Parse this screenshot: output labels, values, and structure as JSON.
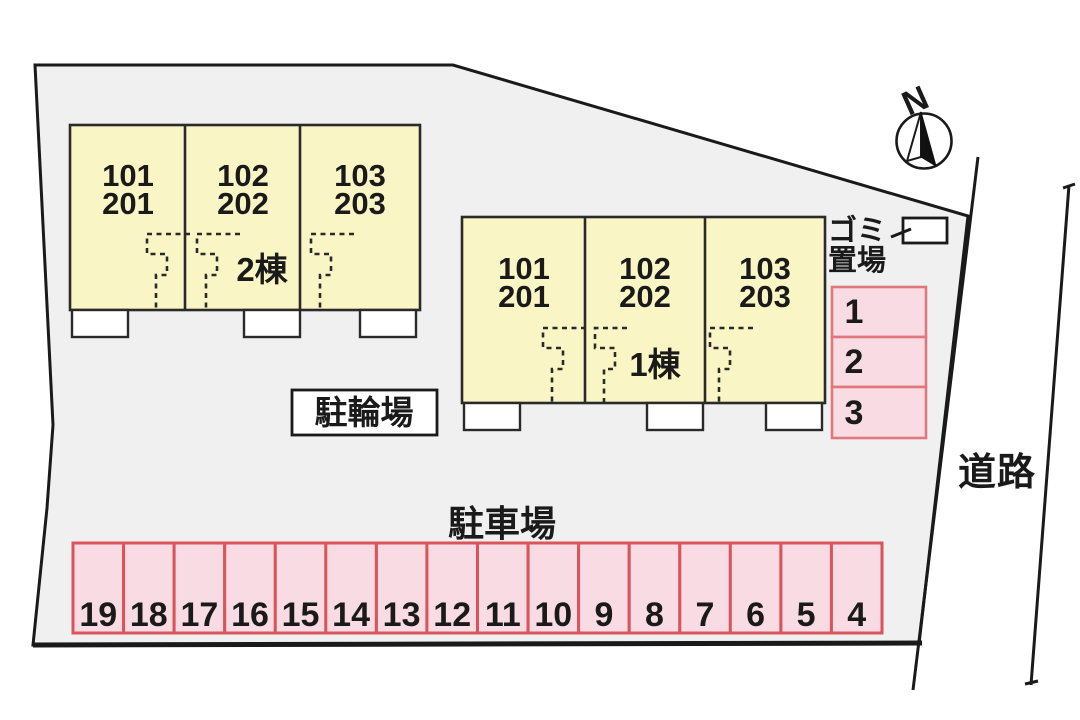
{
  "plan": {
    "compass_label": "N",
    "road_label": "道路",
    "garbage": {
      "line1": "ゴミ",
      "line2": "置場"
    },
    "bike_parking_label": "駐輪場",
    "parking_lot_label": "駐車場",
    "buildings": [
      {
        "name": "2棟",
        "units": [
          [
            "101",
            "201"
          ],
          [
            "102",
            "202"
          ],
          [
            "103",
            "203"
          ]
        ]
      },
      {
        "name": "1棟",
        "units": [
          [
            "101",
            "201"
          ],
          [
            "102",
            "202"
          ],
          [
            "103",
            "203"
          ]
        ]
      }
    ],
    "side_spaces": [
      "1",
      "2",
      "3"
    ],
    "row_spaces": [
      "19",
      "18",
      "17",
      "16",
      "15",
      "14",
      "13",
      "12",
      "11",
      "10",
      "9",
      "8",
      "7",
      "6",
      "5",
      "4"
    ]
  },
  "colors": {
    "site_fill": "#f0f0f0",
    "yellow_fill": "#faf5c4",
    "pink_fill": "#f9dce3",
    "red_border": "#da545b",
    "red_border_soft": "#e0777d",
    "line": "#1a1a1a",
    "bldg_line": "#2a2a2a"
  }
}
